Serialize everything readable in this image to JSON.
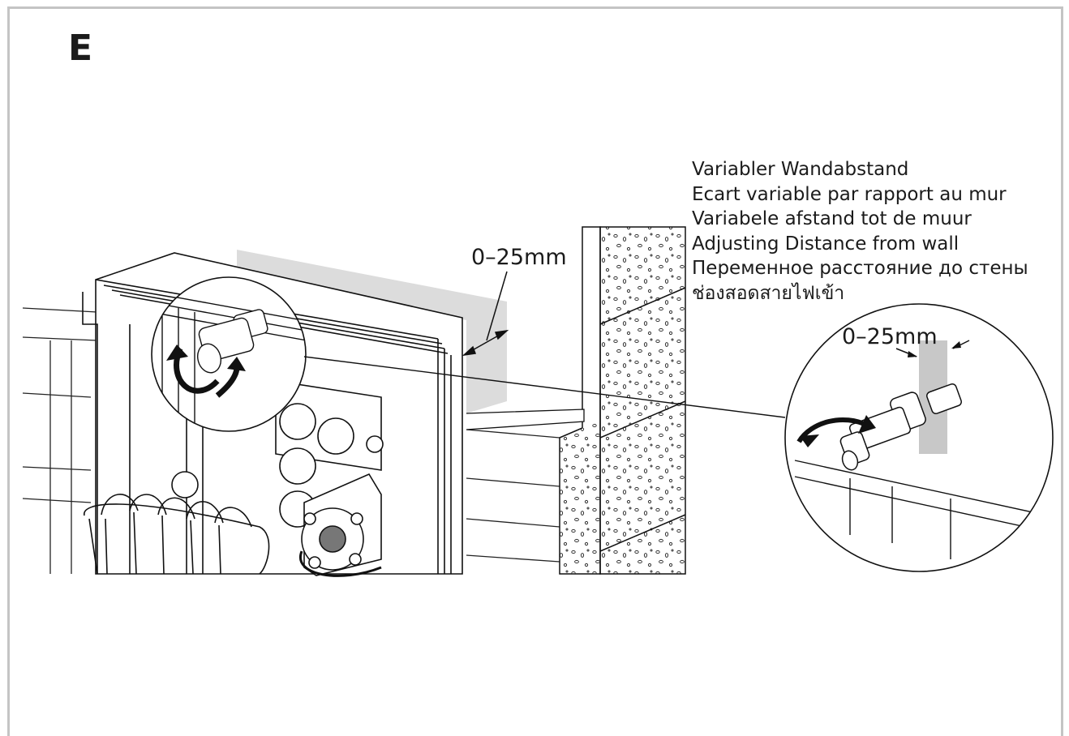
{
  "step_label": "E",
  "dimension_main": "0–25mm",
  "dimension_detail": "0–25mm",
  "caption_lines": [
    "Variabler Wandabstand",
    "Ecart variable par rapport au mur",
    "Variabele afstand tot de muur",
    "Adjusting Distance from wall",
    "Переменное расстояние до стены",
    "ช่องสอดสายไฟเข้า"
  ],
  "colors": {
    "ink": "#1b1b1b",
    "frame": "#c4c4c4",
    "gap_shade": "#dcdcdc"
  }
}
